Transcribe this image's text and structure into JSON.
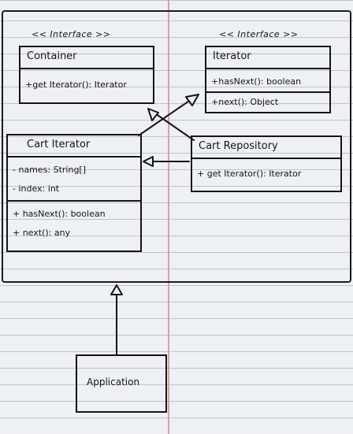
{
  "diagram": {
    "stereotype_left": "<< Interface >>",
    "stereotype_right": "<< Interface >>",
    "classes": {
      "container": {
        "name": "Container",
        "methods": [
          "+get Iterator(): Iterator"
        ]
      },
      "iterator": {
        "name": "Iterator",
        "methods": [
          "+hasNext(): boolean",
          "+next(): Object"
        ]
      },
      "cart_iterator": {
        "name": "Cart Iterator",
        "attributes": [
          "- names: String[]",
          "- index: int"
        ],
        "methods": [
          "+ hasNext(): boolean",
          "+ next(): any"
        ]
      },
      "cart_repository": {
        "name": "Cart Repository",
        "methods": [
          "+ get Iterator(): Iterator"
        ]
      },
      "application": {
        "name": "Application"
      }
    }
  }
}
